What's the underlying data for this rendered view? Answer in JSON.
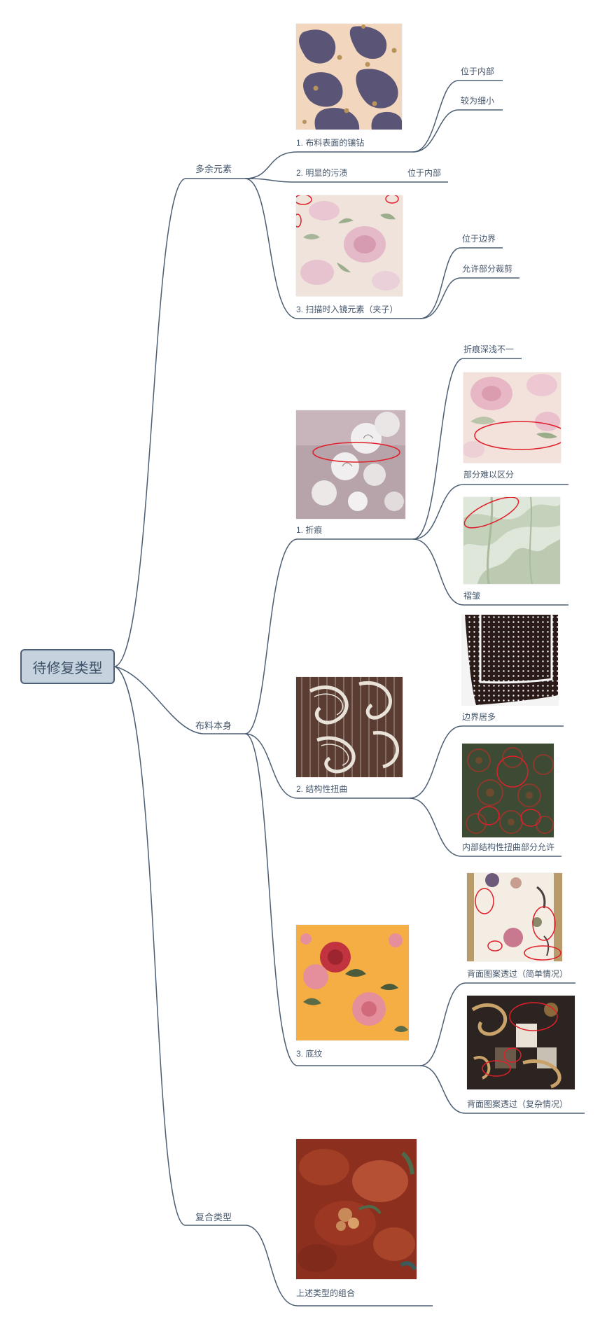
{
  "root": {
    "label": "待修复类型"
  },
  "branches": {
    "extra": {
      "label": "多余元素",
      "items": {
        "inlay": {
          "label": "1. 布料表面的镶钻",
          "notes": [
            "位于内部",
            "较为细小"
          ],
          "image": {
            "name": "leopard-print-with-rhinestones-photo",
            "colors": [
              "#f2d6bd",
              "#5a5577",
              "#b8935a"
            ]
          }
        },
        "stain": {
          "label": "2. 明显的污渍",
          "note": "位于内部"
        },
        "clip": {
          "label": "3. 扫描时入镜元素（夹子）",
          "notes": [
            "位于边界",
            "允许部分裁剪"
          ],
          "image": {
            "name": "pink-floral-fabric-photo",
            "colors": [
              "#efe3dc",
              "#e4b9c8",
              "#9cad8c"
            ]
          }
        }
      }
    },
    "fabric": {
      "label": "布料本身",
      "items": {
        "crease": {
          "label": "1. 折痕",
          "image": {
            "name": "mauve-floral-crease-photo",
            "colors": [
              "#b7a4ab",
              "#f0eeee",
              "#e01f2a"
            ]
          },
          "sub": [
            {
              "note": "折痕深浅不一"
            },
            {
              "label": "部分难以区分",
              "image": {
                "name": "pink-rose-fabric-photo",
                "colors": [
                  "#f2e2db",
                  "#e8b7c5",
                  "#e01f2a"
                ]
              }
            },
            {
              "label": "褶皱",
              "image": {
                "name": "pale-green-wrinkled-fabric-photo",
                "colors": [
                  "#dfe6da",
                  "#a9bb9c",
                  "#e01f2a"
                ]
              }
            }
          ]
        },
        "distortion": {
          "label": "2. 结构性扭曲",
          "image": {
            "name": "paisley-lace-fabric-photo",
            "colors": [
              "#5a3c33",
              "#e8e2d8",
              "#a18f85"
            ]
          },
          "sub": [
            {
              "label": "边界居多",
              "image": {
                "name": "polka-dot-border-scarf-photo",
                "colors": [
                  "#2a1a18",
                  "#ffffff",
                  "#f4f4f4"
                ]
              }
            },
            {
              "label": "内部结构性扭曲部分允许",
              "image": {
                "name": "dark-green-red-pattern-photo",
                "colors": [
                  "#3d4a34",
                  "#8a3a2c",
                  "#e01f2a"
                ]
              }
            }
          ]
        },
        "bleed": {
          "label": "3. 底纹",
          "image": {
            "name": "orange-peony-fabric-photo",
            "colors": [
              "#f4ae43",
              "#c1343f",
              "#e58f9c"
            ]
          },
          "sub": [
            {
              "label": "背面图案透过（简单情况）",
              "image": {
                "name": "cream-floral-bleed-photo",
                "colors": [
                  "#f4ede3",
                  "#c79d8f",
                  "#e01f2a"
                ]
              }
            },
            {
              "label": "背面图案透过（复杂情况）",
              "image": {
                "name": "dark-paisley-patchwork-photo",
                "colors": [
                  "#2c2420",
                  "#c9a36a",
                  "#e01f2a"
                ]
              }
            }
          ]
        }
      }
    },
    "combo": {
      "label": "复合类型",
      "items": {
        "mix": {
          "label": "上述类型的组合",
          "image": {
            "name": "rust-red-floral-fabric-photo",
            "colors": [
              "#8c2f1e",
              "#b55034",
              "#4d6b4a"
            ]
          }
        }
      }
    }
  },
  "line_color": "#4d5f74"
}
